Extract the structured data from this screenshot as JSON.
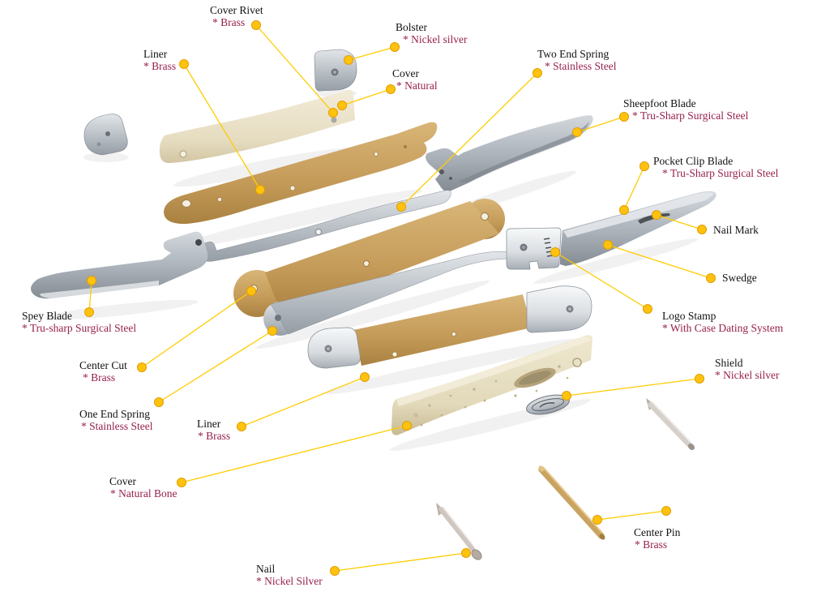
{
  "diagram_title": "Pocket knife exploded parts diagram",
  "colors": {
    "background": "#ffffff",
    "label_name_text": "#111111",
    "label_material_text": "#97204d",
    "connector_line": "#ffcc00",
    "connector_dot": "#ffc20e",
    "connector_dot_edge": "#e09e00",
    "brass": "#c49a58",
    "bone_natural": "#ece3cc",
    "bone_speckled": "#e6dec2",
    "steel": "#aeb5bd",
    "chrome": "#eef1f3"
  },
  "labels": [
    {
      "id": "cover-rivet",
      "name": "Cover Rivet",
      "material": "* Brass"
    },
    {
      "id": "bolster",
      "name": "Bolster",
      "material": "* Nickel silver"
    },
    {
      "id": "liner-top",
      "name": "Liner",
      "material": "* Brass"
    },
    {
      "id": "cover-top",
      "name": "Cover",
      "material": "* Natural"
    },
    {
      "id": "two-end-spring",
      "name": "Two End Spring",
      "material": "* Stainless Steel"
    },
    {
      "id": "sheepfoot-blade",
      "name": "Sheepfoot Blade",
      "material": "* Tru-Sharp Surgical Steel"
    },
    {
      "id": "pocket-clip-blade",
      "name": "Pocket Clip Blade",
      "material": "* Tru-Sharp Surgical Steel"
    },
    {
      "id": "nail-mark",
      "name": "Nail Mark",
      "material": ""
    },
    {
      "id": "swedge",
      "name": "Swedge",
      "material": ""
    },
    {
      "id": "spey-blade",
      "name": "Spey Blade",
      "material": "* Tru-sharp Surgical Steel"
    },
    {
      "id": "logo-stamp",
      "name": "Logo Stamp",
      "material": "* With Case Dating System"
    },
    {
      "id": "center-cut",
      "name": "Center Cut",
      "material": "* Brass"
    },
    {
      "id": "one-end-spring",
      "name": "One End Spring",
      "material": "* Stainless Steel"
    },
    {
      "id": "liner-bottom",
      "name": "Liner",
      "material": "* Brass"
    },
    {
      "id": "cover-bottom",
      "name": "Cover",
      "material": "* Natural Bone"
    },
    {
      "id": "shield",
      "name": "Shield",
      "material": "* Nickel silver"
    },
    {
      "id": "center-pin",
      "name": "Center Pin",
      "material": "* Brass"
    },
    {
      "id": "nail",
      "name": "Nail",
      "material": "* Nickel Silver"
    }
  ]
}
